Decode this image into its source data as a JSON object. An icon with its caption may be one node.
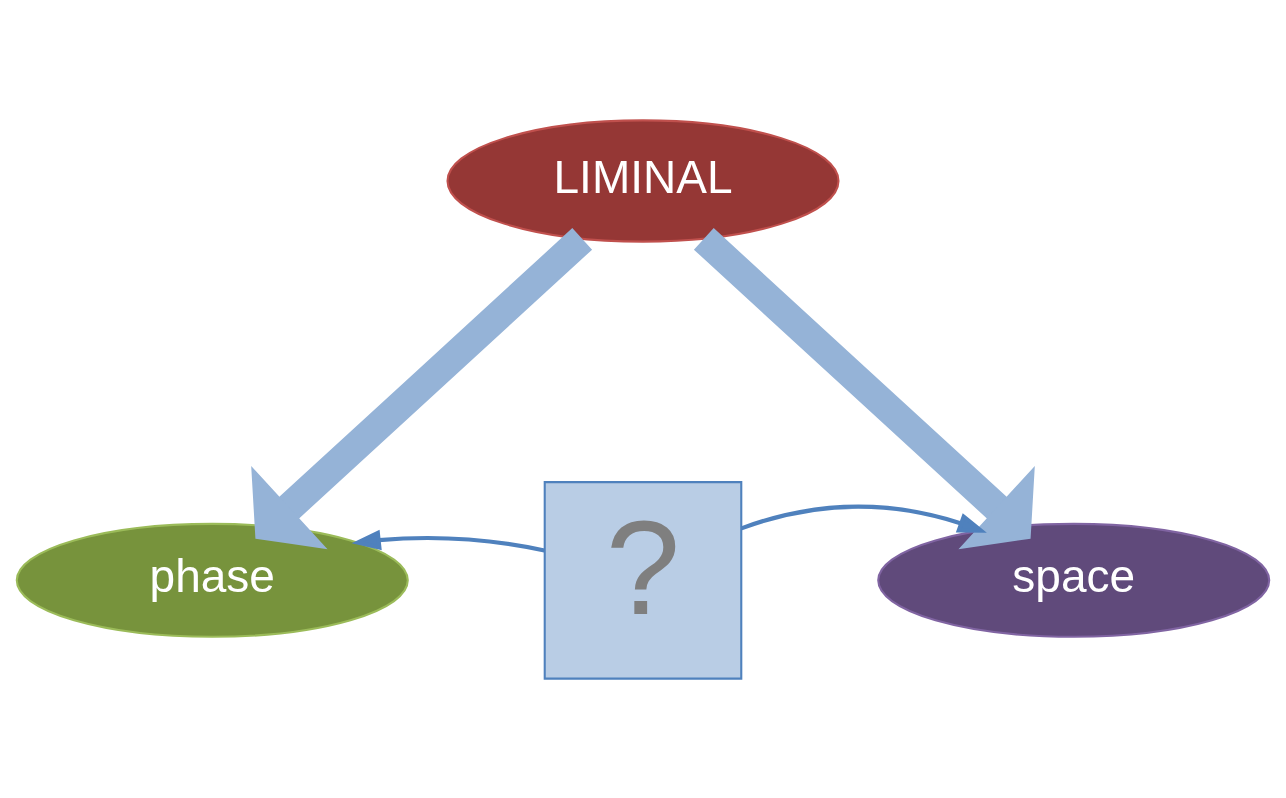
{
  "diagram": {
    "nodes": [
      {
        "text": [
          "LIMINAL"
        ]
      },
      {
        "text": [
          "phase"
        ]
      },
      {
        "text": [
          "?"
        ]
      },
      {
        "text": [
          "space"
        ]
      }
    ],
    "edges": [
      {
        "from": 0,
        "to": 1,
        "arrow": "to",
        "style": "thick",
        "color": "#95b3d7"
      },
      {
        "from": 0,
        "to": 3,
        "arrow": "to",
        "style": "thick",
        "color": "#95b3d7"
      },
      {
        "from": 2,
        "to": 1,
        "arrow": "to",
        "color": "#4f81bd"
      },
      {
        "from": 2,
        "to": 3,
        "arrow": "to",
        "color": "#4f81bd"
      }
    ]
  }
}
